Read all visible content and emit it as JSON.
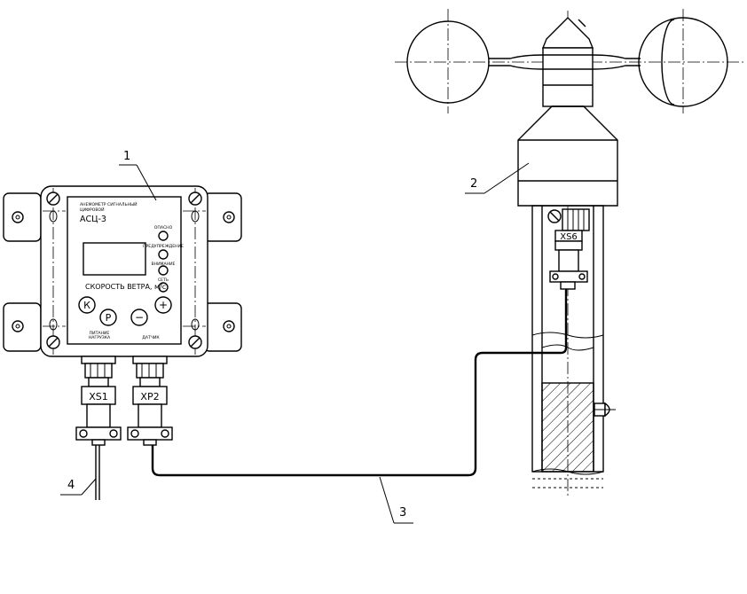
{
  "callouts": {
    "c1": "1",
    "c2": "2",
    "c3": "3",
    "c4": "4"
  },
  "device": {
    "title_line1": "АНЕМОМЕТР СИГНАЛЬНЫЙ",
    "title_line2": "ЦИФРОВОЙ",
    "model": "АСЦ-3",
    "indicator_danger": "ОПАСНО",
    "indicator_warning": "ПРЕДУПРЕЖДЕНИЕ",
    "indicator_attention": "ВНИМАНИЕ",
    "indicator_network": "СЕТЬ",
    "wind_speed_label": "СКОРОСТЬ ВЕТРА, м/с",
    "button_k": "К",
    "button_p": "Р",
    "button_minus": "−",
    "button_plus": "+",
    "port_left_label_line1": "ПИТАНИЕ",
    "port_left_label_line2": "НАГРУЗКА",
    "port_right_label": "ДАТЧИК"
  },
  "connectors": {
    "xs1": "XS1",
    "xp2": "XP2",
    "xs6": "XS6"
  }
}
